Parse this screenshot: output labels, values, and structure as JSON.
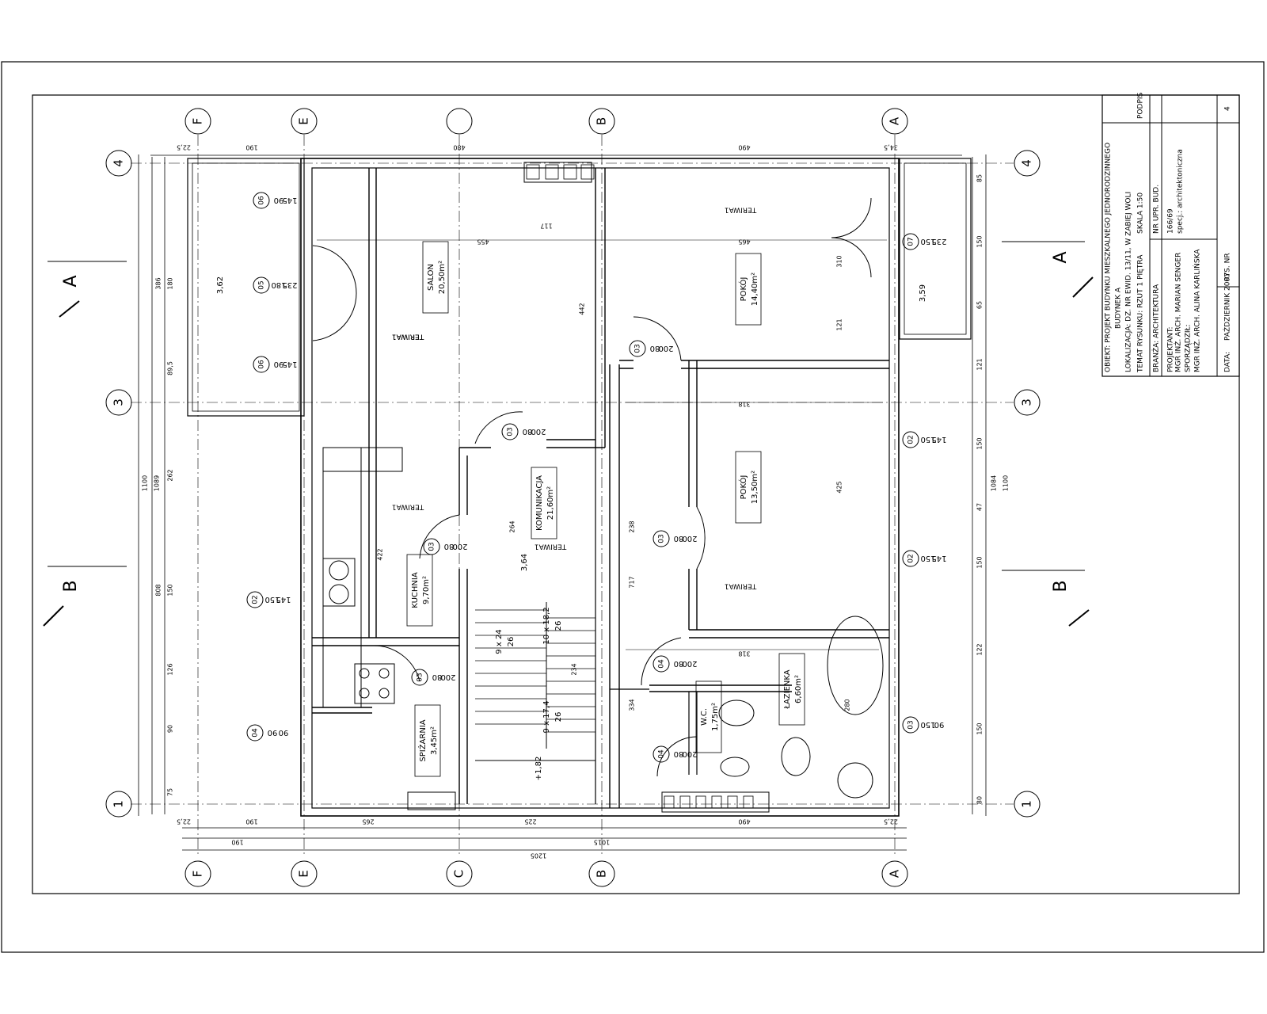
{
  "grid_x": [
    "F",
    "E",
    "C",
    "B",
    "A"
  ],
  "grid_y": [
    "4",
    "3",
    "1"
  ],
  "rooms": {
    "salon": {
      "name": "SALON",
      "area": "20,50m²"
    },
    "pokoj1": {
      "name": "POKÓJ",
      "area": "14,40m²"
    },
    "pokoj2": {
      "name": "POKÓJ",
      "area": "13,50m²"
    },
    "komunikacja": {
      "name": "KOMUNIKACJA",
      "area": "21,60m²"
    },
    "kuchnia": {
      "name": "KUCHNIA",
      "area": "9,70m²"
    },
    "lazienka": {
      "name": "ŁAZIENKA",
      "area": "6,60m²"
    },
    "spizarnia": {
      "name": "SPIŻARNIA",
      "area": "3,45m²"
    },
    "wc": {
      "name": "W.C.",
      "area": "1,75m²"
    }
  },
  "floor_labels": [
    "TERIWA1",
    "TERIWA1",
    "TERIWA1",
    "TERIWA1",
    "TERIWA1",
    "TERIWA1"
  ],
  "level_marks": [
    "3,62",
    "3,59",
    "3,64",
    "+1,82"
  ],
  "door_tags": [
    {
      "tag": "06",
      "w": "90",
      "h": "145"
    },
    {
      "tag": "05",
      "w": "180",
      "h": "235"
    },
    {
      "tag": "06",
      "w": "90",
      "h": "145"
    },
    {
      "tag": "02",
      "w": "150",
      "h": "145"
    },
    {
      "tag": "04",
      "w": "90",
      "h": "90"
    },
    {
      "tag": "07",
      "w": "150",
      "h": "235"
    },
    {
      "tag": "02",
      "w": "150",
      "h": "145"
    },
    {
      "tag": "02",
      "w": "150",
      "h": "145"
    },
    {
      "tag": "03",
      "w": "150",
      "h": "90"
    },
    {
      "tag": "03",
      "w": "80",
      "h": "200"
    },
    {
      "tag": "03",
      "w": "80",
      "h": "200"
    },
    {
      "tag": "03",
      "w": "80",
      "h": "200"
    },
    {
      "tag": "03",
      "w": "80",
      "h": "200"
    },
    {
      "tag": "03",
      "w": "80",
      "h": "200"
    },
    {
      "tag": "04",
      "w": "80",
      "h": "200"
    },
    {
      "tag": "04",
      "w": "80",
      "h": "200"
    }
  ],
  "stairs": [
    "9 x 24",
    "26",
    "10 x 18,2",
    "26",
    "9 x 17,4",
    "26"
  ],
  "dims_top": [
    "22,5",
    "190",
    "480",
    "490",
    "34,5"
  ],
  "dims_bottom": [
    "22,5",
    "190",
    "265",
    "225",
    "490",
    "22,5",
    "190",
    "1015",
    "1205"
  ],
  "dims_left": [
    "1100",
    "1089",
    "386",
    "180",
    "89,5",
    "262",
    "808",
    "150",
    "126",
    "90",
    "75"
  ],
  "dims_right": [
    "85",
    "150",
    "65",
    "121",
    "150",
    "47",
    "150",
    "122",
    "150",
    "80",
    "1084",
    "1100"
  ],
  "dims_inner": [
    "455",
    "465",
    "318",
    "318",
    "442",
    "422",
    "425",
    "717",
    "334",
    "238",
    "264",
    "234",
    "280",
    "310",
    "121",
    "117"
  ],
  "title_block": {
    "obiekt": "OBIEKT: PROJEKT BUDYNKU MIESZKALNEGO JEDNORODZINNEGO",
    "budynek": "BUDYNEK A",
    "lokalizacja": "LOKALIZACJA: DZ. NR EWID. 13/11, W ZABIEJ WOLI",
    "temat": "TEMAT RYSUNKU: RZUT 1 PIĘTRA",
    "skala": "SKALA 1:50",
    "podpis": "PODPIS",
    "branza": "BRANŻA: ARCHITEKTURA",
    "nr_upr": "NR UPR. BUD.",
    "projektant": "PROJEKTANT:",
    "projektant_name": "MGR INŻ. ARCH. MARIAN SENGER",
    "nr": "166/69",
    "spec": "specj.: architektoniczna",
    "sporzadzil": "SPORZĄDZIŁ:",
    "sporzadzil_name": "MGR INŻ. ARCH. ALINA KARLIŃSKA",
    "data_label": "DATA:",
    "data": "PAŹDZIERNIK 2007",
    "rys_nr": "RYS. NR",
    "rys_nr_val": "4"
  },
  "section_marks": {
    "a": "A",
    "b": "B"
  }
}
